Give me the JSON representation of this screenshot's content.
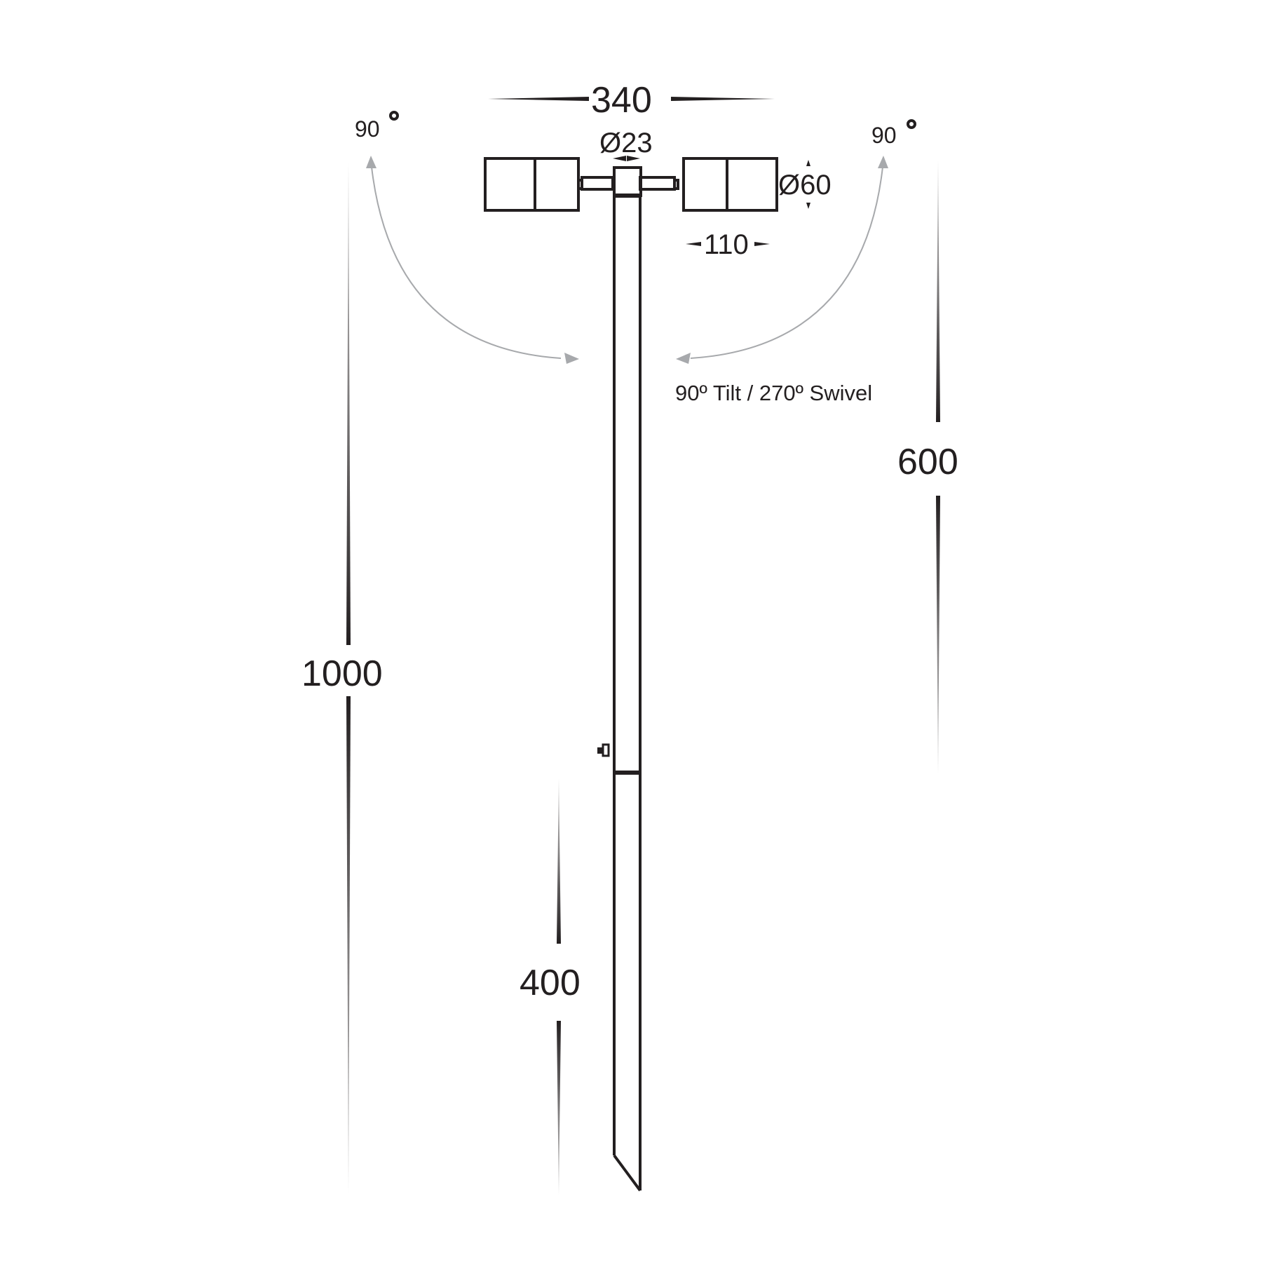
{
  "diagram": {
    "type": "dimension-drawing",
    "subject": "twin spotlight garden spike",
    "units": "mm",
    "dimensions": {
      "overall_width": "340",
      "arm_diameter": "Ø23",
      "head_diameter": "Ø60",
      "head_length": "110",
      "overall_height": "1000",
      "above_ground_height": "600",
      "spike_length": "400"
    },
    "angles": {
      "left_tilt": "90",
      "right_tilt": "90",
      "degree_symbol": "°"
    },
    "note": "90º Tilt / 270º Swivel"
  },
  "colors": {
    "line": "#231f20",
    "arc": "#a7a9ac"
  }
}
